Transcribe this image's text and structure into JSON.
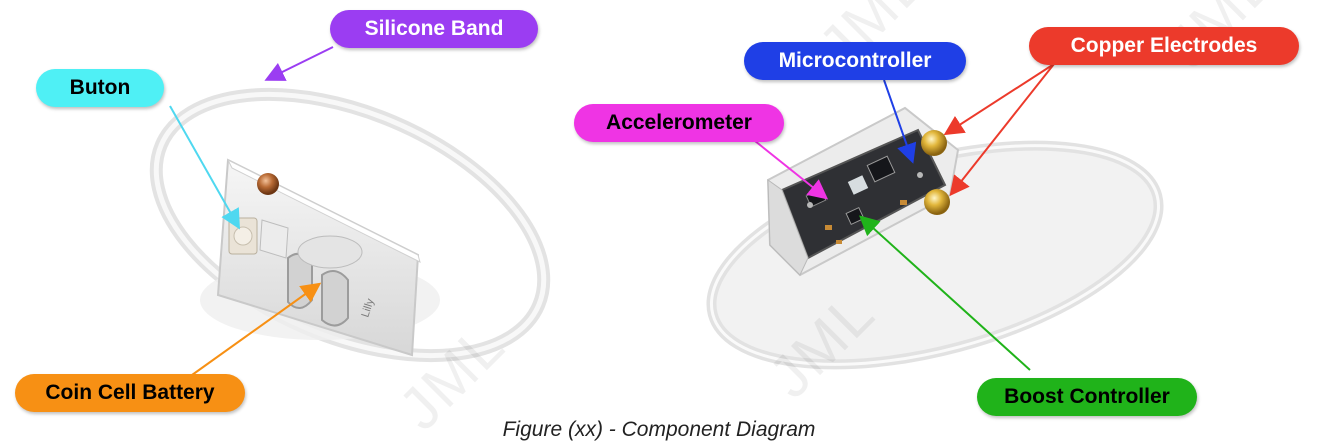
{
  "caption": "Figure (xx) - Component Diagram",
  "watermark": "JML",
  "labels": {
    "silicone_band": "Silicone Band",
    "buton": "Buton",
    "coin_cell_battery": "Coin Cell Battery",
    "microcontroller": "Microcontroller",
    "copper_electrodes": "Copper Electrodes",
    "accelerometer": "Accelerometer",
    "boost_controller": "Boost Controller"
  },
  "device_marking": "Lilly",
  "colors": {
    "silicone_band": "#9b3df2",
    "buton": "#4ff0f5",
    "coin_cell_battery": "#f79014",
    "microcontroller": "#1f3fe6",
    "copper_electrodes": "#ec3a2b",
    "accelerometer": "#ef34e4",
    "boost_controller": "#20b31a"
  }
}
